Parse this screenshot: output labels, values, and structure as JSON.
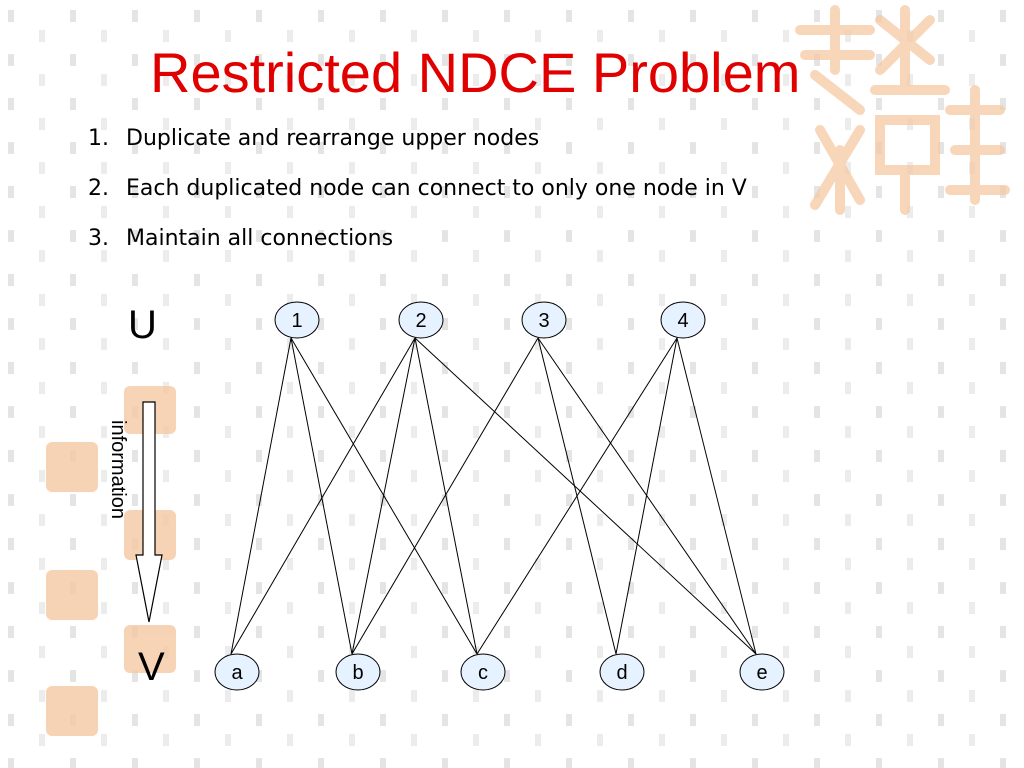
{
  "slide": {
    "title": "Restricted NDCE Problem",
    "items": [
      {
        "num": "1.",
        "text": "Duplicate and rearrange upper nodes"
      },
      {
        "num": "2.",
        "text": "Each duplicated node can connect to only one node in V"
      },
      {
        "num": "3.",
        "text": "Maintain all connections"
      }
    ]
  },
  "graph": {
    "upper_set_label": "U",
    "lower_set_label": "V",
    "arrow_label": "information",
    "upper_nodes": [
      "1",
      "2",
      "3",
      "4"
    ],
    "lower_nodes": [
      "a",
      "b",
      "c",
      "d",
      "e"
    ],
    "edges": [
      [
        "1",
        "a"
      ],
      [
        "1",
        "b"
      ],
      [
        "1",
        "c"
      ],
      [
        "2",
        "a"
      ],
      [
        "2",
        "b"
      ],
      [
        "2",
        "c"
      ],
      [
        "2",
        "e"
      ],
      [
        "3",
        "b"
      ],
      [
        "3",
        "d"
      ],
      [
        "3",
        "e"
      ],
      [
        "4",
        "c"
      ],
      [
        "4",
        "d"
      ],
      [
        "4",
        "e"
      ]
    ]
  },
  "colors": {
    "title": "#e00000",
    "node_fill": "#e6f2ff",
    "watermark": "#f6c9a4",
    "dot_grid": "#dddddd"
  }
}
